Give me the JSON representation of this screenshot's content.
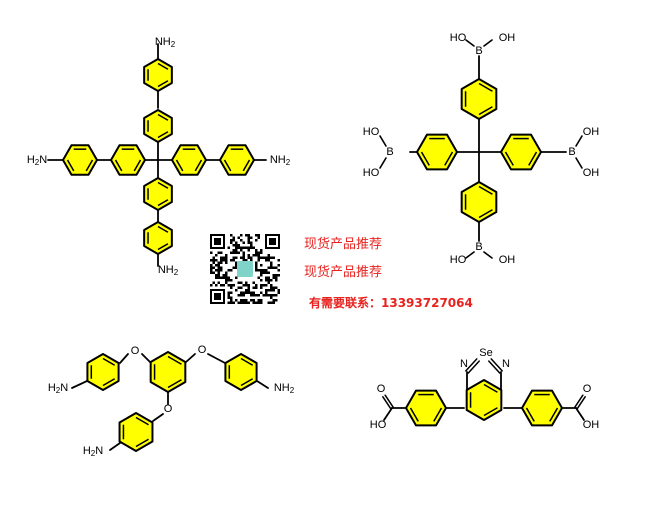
{
  "promo": {
    "line1": "现货产品推荐",
    "line2": "现货产品推荐",
    "line3": "有需要联系：13393727064"
  },
  "qr_center_text": "",
  "labels": {
    "nh2": "NH",
    "nh2_sub": "2",
    "h2n": "H",
    "h2n_n": "N",
    "h2n_sub": "2",
    "b": "B",
    "oh": "OH",
    "ho": "HO",
    "o": "O",
    "n": "N",
    "se": "Se"
  },
  "molecules": [
    {
      "id": "tetrakis-aminobiphenyl-methane"
    },
    {
      "id": "tetrakis-boronophenyl-methane"
    },
    {
      "id": "tris-aminophenoxy-benzene"
    },
    {
      "id": "benzoselenadiazole-dibenzoic-acid"
    }
  ],
  "colors": {
    "ring_fill": "#ffff00",
    "bond": "#000000",
    "promo_text": "#e8231f",
    "qr_center": "#7fd3c9"
  }
}
